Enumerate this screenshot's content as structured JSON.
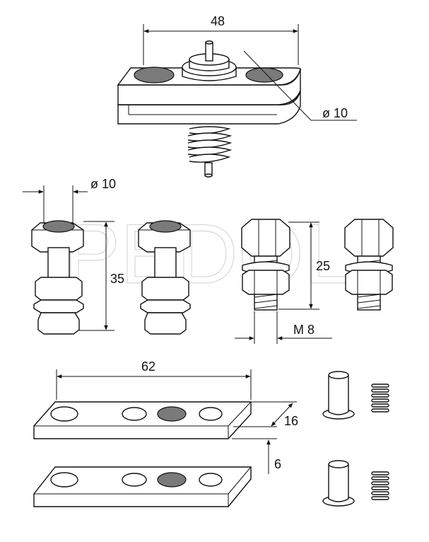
{
  "dimensions": {
    "top_width": "48",
    "top_hole_diameter": "ø 10",
    "bolt_head_diameter": "ø 10",
    "bolt_length_left": "35",
    "bolt_length_right": "25",
    "thread": "M 8",
    "plate_length": "62",
    "plate_width": "16",
    "plate_thickness": "6"
  },
  "watermark": "PEDOL",
  "colors": {
    "line": "#111111",
    "insert": "#7a7a7a"
  }
}
